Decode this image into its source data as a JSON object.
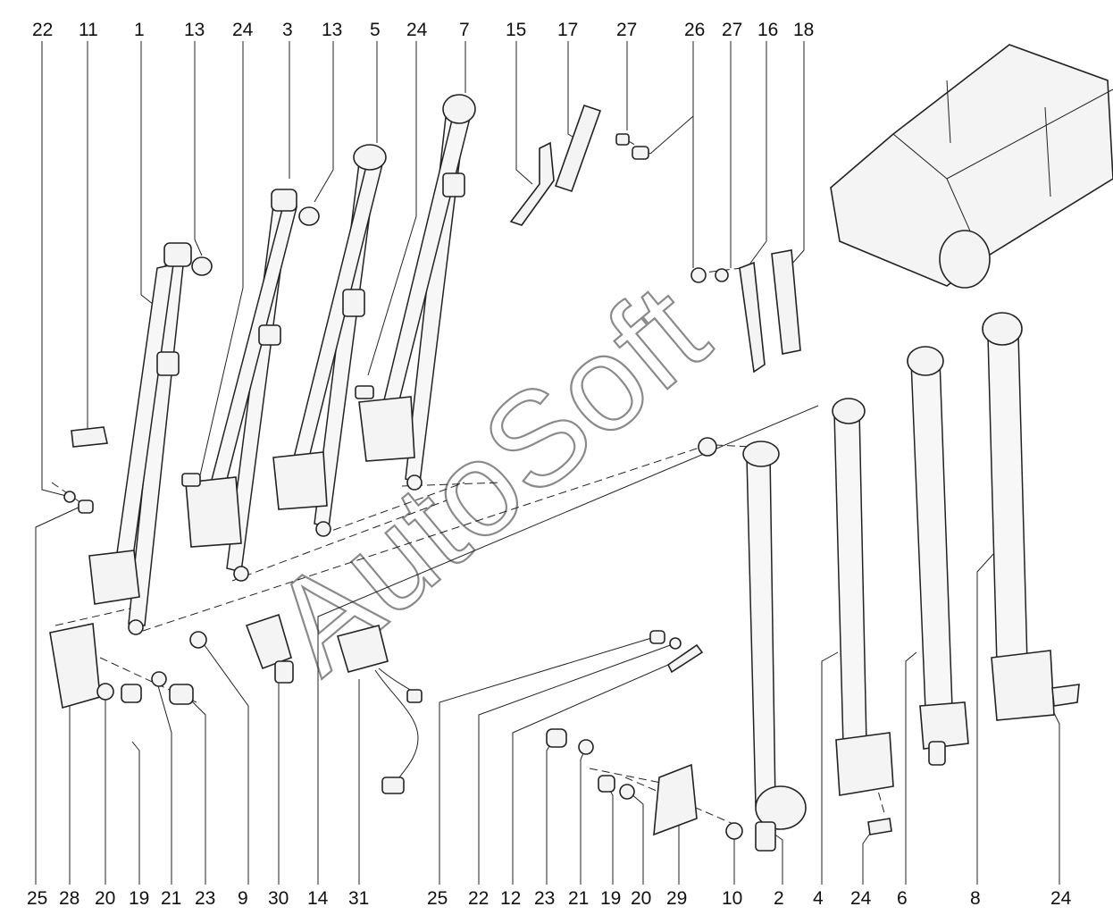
{
  "watermark": "AutoSoft",
  "top_labels": [
    "22",
    "11",
    "1",
    "13",
    "24",
    "3",
    "13",
    "5",
    "24",
    "7",
    "15",
    "17",
    "27",
    "26",
    "27",
    "16",
    "18"
  ],
  "bottom_labels": [
    "25",
    "28",
    "20",
    "19",
    "21",
    "23",
    "9",
    "30",
    "14",
    "31",
    "25",
    "22",
    "12",
    "23",
    "21",
    "19",
    "20",
    "29",
    "10",
    "2",
    "4",
    "24",
    "6",
    "8",
    "24"
  ]
}
